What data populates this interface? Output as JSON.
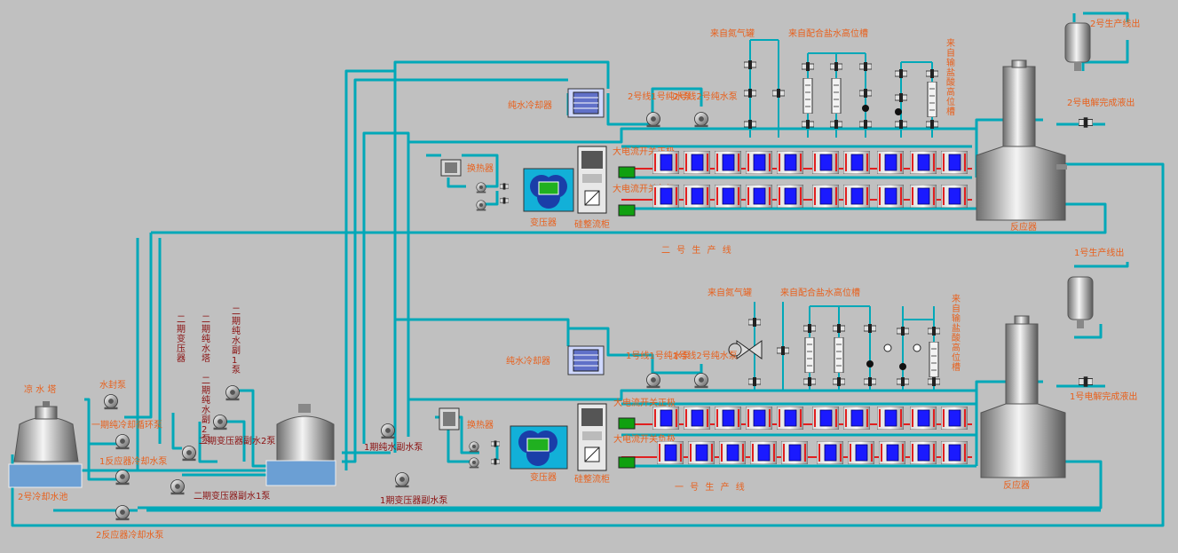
{
  "colors": {
    "background": "#c0c0c0",
    "pipe": "#00a8b8",
    "label": "#e8601c",
    "dark_label": "#8a1010",
    "cell": "#1a1aff",
    "water": "#6b9fd4"
  },
  "line2": {
    "title": "二 号 生 产 线",
    "nitrogen": "来自氮气罐",
    "brine": "来自配合盐水高位槽",
    "hcl": "来自输盐酸高位槽",
    "cooler": "纯水冷却器",
    "pump1": "2号线1号纯水泵",
    "pump2": "2号线2号纯水泵",
    "heat_exchanger": "换热器",
    "transformer": "变压器",
    "rectifier": "硅整流柜",
    "switch_on": "大电流开关正极",
    "switch_off": "大电流开关负极",
    "reactor": "反应器",
    "product_out": "2号生产线出",
    "electrolysis_out": "2号电解完成液出"
  },
  "line1": {
    "title": "一 号 生 产 线",
    "nitrogen": "来自氮气罐",
    "brine": "来自配合盐水高位槽",
    "hcl": "来自输盐酸高位槽",
    "cooler": "纯水冷却器",
    "pump1": "1号线1号纯水泵",
    "pump2": "1号线2号纯水泵",
    "heat_exchanger": "换热器",
    "transformer": "变压器",
    "rectifier": "硅整流柜",
    "switch_on": "大电流开关正极",
    "switch_off": "大电流开关负极",
    "reactor": "反应器",
    "product_out": "1号生产线出",
    "electrolysis_out": "1号电解完成液出"
  },
  "cooling": {
    "tower": "凉 水 塔",
    "pool": "2号冷却水池",
    "seal_pump": "水封泵",
    "p1_pure_cool_pump": "一期纯冷却循环泵",
    "r1_cool_pump": "1反应器冷却水泵",
    "r2_cool_pump": "2反应器冷却水泵",
    "p2_transformer": "二期变压器",
    "p2_pure_water": "二期纯水塔",
    "p2_aux1": "二期纯水副1泵",
    "p2_trans_aux2": "二期变压器副水2泵",
    "p2_trans_aux1": "二期变压器副水1泵",
    "p1_pure_aux": "1期纯水副水泵",
    "p1_trans_aux": "1期变压器副水泵"
  }
}
